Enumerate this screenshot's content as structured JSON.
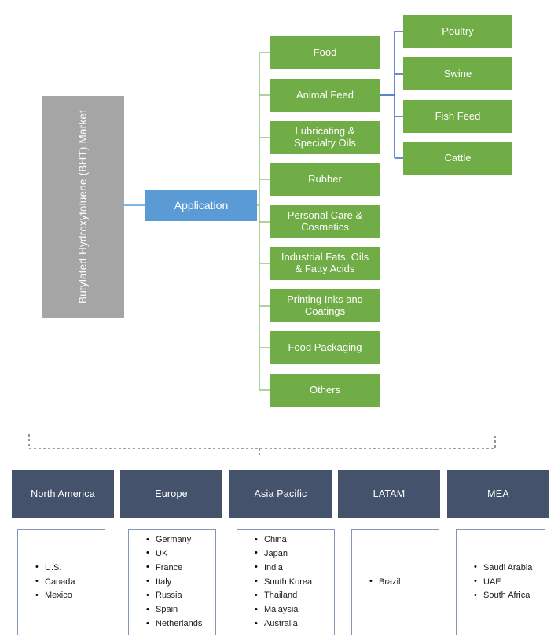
{
  "root": {
    "label": "Butylated Hydroxytoluene (BHT)  Market",
    "color": "#a5a5a5"
  },
  "segment": {
    "label": "Application",
    "color": "#5b9bd5"
  },
  "applications": {
    "color": "#70ad47",
    "items": [
      {
        "label": "Food"
      },
      {
        "label": "Animal Feed"
      },
      {
        "label": "Lubricating &\nSpecialty Oils"
      },
      {
        "label": "Rubber"
      },
      {
        "label": "Personal Care &\nCosmetics"
      },
      {
        "label": "Industrial Fats, Oils\n& Fatty Acids"
      },
      {
        "label": "Printing Inks and\nCoatings"
      },
      {
        "label": "Food Packaging"
      },
      {
        "label": "Others"
      }
    ]
  },
  "animal_feed_subtypes": {
    "color": "#70ad47",
    "items": [
      {
        "label": "Poultry"
      },
      {
        "label": "Swine"
      },
      {
        "label": "Fish Feed"
      },
      {
        "label": "Cattle"
      }
    ]
  },
  "regions": {
    "header_color": "#44536b",
    "items": [
      {
        "name": "North America",
        "countries": [
          "U.S.",
          "Canada",
          "Mexico"
        ]
      },
      {
        "name": "Europe",
        "countries": [
          "Germany",
          "UK",
          "France",
          "Italy",
          "Russia",
          "Spain",
          "Netherlands"
        ]
      },
      {
        "name": "Asia Pacific",
        "countries": [
          "China",
          "Japan",
          "India",
          "South Korea",
          "Thailand",
          "Malaysia",
          "Australia"
        ]
      },
      {
        "name": "LATAM",
        "countries": [
          "Brazil"
        ]
      },
      {
        "name": "MEA",
        "countries": [
          "Saudi Arabia",
          "UAE",
          "South Africa"
        ]
      }
    ]
  },
  "connectors": {
    "root_to_segment_color": "#5b9bd5",
    "segment_to_apps_color": "#9dc78a",
    "animal_feed_bracket_color": "#4472c4",
    "region_bracket_color": "#404040"
  }
}
